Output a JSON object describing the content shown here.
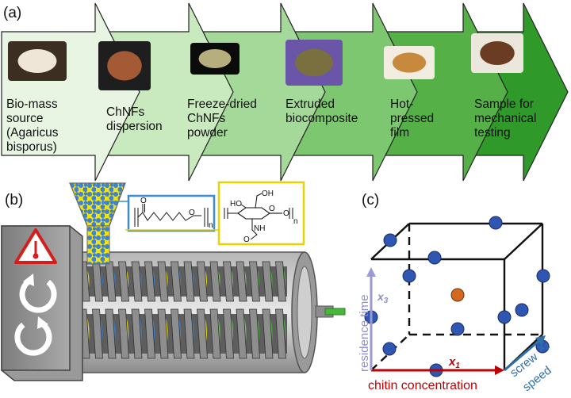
{
  "panel_a": {
    "label": "(a)",
    "steps": [
      {
        "lines": [
          "Bio-mass",
          "source",
          "(Agaricus",
          "bisporus)"
        ]
      },
      {
        "lines": [
          "ChNFs",
          "dispersion"
        ]
      },
      {
        "lines": [
          "Freeze-dried",
          "ChNFs",
          "powder"
        ]
      },
      {
        "lines": [
          "Extruded",
          "biocomposite"
        ]
      },
      {
        "lines": [
          "Hot-",
          "pressed",
          "film"
        ]
      },
      {
        "lines": [
          "Sample for",
          "mechanical",
          "testing"
        ]
      }
    ],
    "arrow_colors": [
      "#e8f5e3",
      "#c9e9bf",
      "#a5d99a",
      "#7dc770",
      "#55b048",
      "#2f9a2a"
    ]
  },
  "panel_b": {
    "label": "(b)",
    "pcl_subscript": "n",
    "chitin_subscript": "n",
    "chitin_atoms": {
      "oh_top": "OH",
      "ho_left": "HO",
      "nh": "NH",
      "o": "O"
    },
    "colors": {
      "pcl_box": "#3c8ad8",
      "chitin_box": "#e5d400",
      "pellet_blue": "#3f83d0",
      "pellet_yellow": "#f2e30e",
      "fiber": "#49b83a",
      "hazard": "#d31e1e"
    }
  },
  "panel_c": {
    "label": "(c)",
    "x_axis_label": "chitin concentration",
    "y_axis_label": "residence time",
    "z_axis_label_1": "screw",
    "z_axis_label_2": "speed",
    "var_x": "x",
    "var_x_sub": "1",
    "var_y": "x",
    "var_y_sub": "3",
    "var_z": "x",
    "var_z_sub": "2",
    "colors": {
      "x": "#c00000",
      "y": "#9a9ad4",
      "z": "#2f6fa8",
      "point": "#2f56b0",
      "center": "#d2691e"
    }
  }
}
